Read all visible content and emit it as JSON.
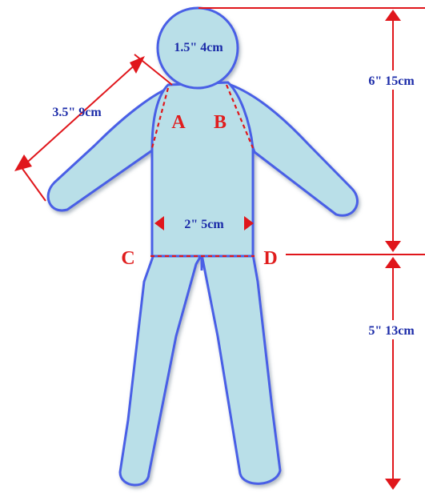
{
  "measurements": {
    "head": "1.5\" 4cm",
    "arm": "3.5\" 9cm",
    "waist": "2\" 5cm",
    "upper_height": "6\" 15cm",
    "lower_height": "5\" 13cm"
  },
  "points": {
    "a": "A",
    "b": "B",
    "c": "C",
    "d": "D"
  },
  "colors": {
    "body_fill": "#b9dfe8",
    "body_outline": "#4a5fe6",
    "measure_red": "#e0161b",
    "measure_text": "#1a2aa8"
  }
}
